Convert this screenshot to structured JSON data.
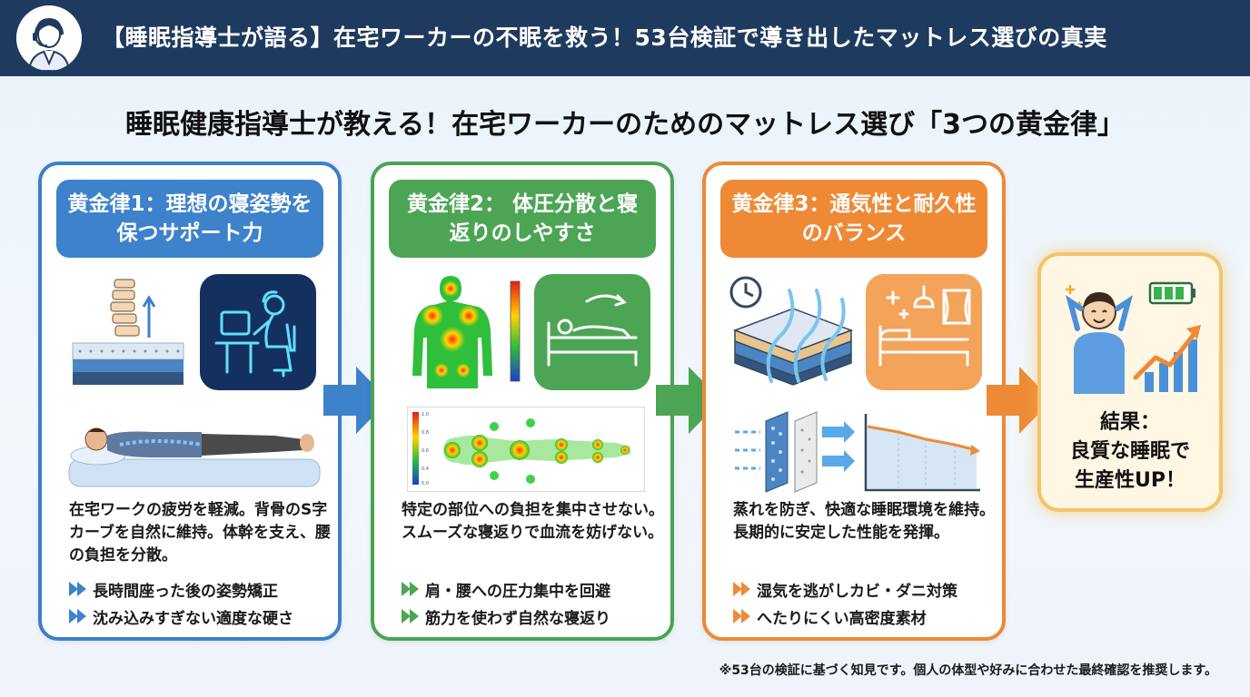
{
  "header": {
    "title": "【睡眠指導士が語る】在宅ワーカーの不眠を救う！53台検証で導き出したマットレス選びの真実",
    "avatar_icon": "doctor-headset-avatar-icon"
  },
  "main_heading": "睡眠健康指導士が教える！在宅ワーカーのためのマットレス選び「3つの黄金律」",
  "colors": {
    "navy": "#1f3a5f",
    "blue": "#3d82cb",
    "green": "#4ca555",
    "orange": "#ee8a36",
    "gold": "#f5c36b"
  },
  "cards": [
    {
      "title": "黄金律1：理想の寝姿勢を保つサポート力",
      "icons": [
        "spine-mattress-icon",
        "desk-worker-neon-icon",
        "lying-person-spine-icon"
      ],
      "text": "在宅ワークの疲労を軽減。背骨のS字カーブを自然に維持。体幹を支え、腰の負担を分散。",
      "bullets": [
        "長時間座った後の姿勢矯正",
        "沈み込みすぎない適度な硬さ"
      ]
    },
    {
      "title": "黄金律2： 体圧分散と寝返りのしやすさ",
      "icons": [
        "body-heatmap-icon",
        "turning-in-bed-icon",
        "pressure-map-icon"
      ],
      "text": "特定の部位への負担を集中させない。スムーズな寝返りで血流を妨げない。",
      "bullets": [
        "肩・腰への圧力集中を回避",
        "筋力を使わず自然な寝返り"
      ]
    },
    {
      "title": "黄金律3：通気性と耐久性のバランス",
      "icons": [
        "airflow-mattress-clock-icon",
        "bedroom-icon",
        "ventilation-layers-icon",
        "durability-chart-icon"
      ],
      "text": "蒸れを防ぎ、快適な睡眠環境を維持。長期的に安定した性能を発揮。",
      "bullets": [
        "湿気を逃がしカビ・ダニ対策",
        "へたりにくい高密度素材"
      ]
    }
  ],
  "result": {
    "icon": "happy-person-battery-growth-icon",
    "text": "結果：\n良質な睡眠で\n生産性UP！"
  },
  "footnote": "※53台の検証に基づく知見です。個人の体型や好みに合わせた最終確認を推奨します。"
}
